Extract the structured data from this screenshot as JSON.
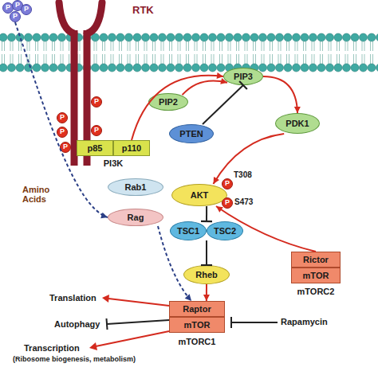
{
  "diagram": {
    "nodes": [
      {
        "text": [
          "P"
        ]
      },
      {
        "text": [
          "P"
        ]
      },
      {
        "text": [
          "P"
        ]
      },
      {
        "text": [
          "P"
        ]
      },
      {
        "text": [
          "RTK"
        ]
      },
      {
        "text": [
          "P"
        ],
        "in": 4
      },
      {
        "text": [
          "P"
        ],
        "in": 4
      },
      {
        "text": [
          "P"
        ],
        "in": 4
      },
      {
        "text": [
          "P"
        ],
        "in": 4
      },
      {
        "text": [
          "P"
        ],
        "in": 4
      },
      {
        "text": [
          "PIP3"
        ]
      },
      {
        "text": [
          "PIP2"
        ]
      },
      {
        "text": [
          "PI3K"
        ]
      },
      {
        "text": [
          "p85"
        ],
        "in": 12
      },
      {
        "text": [
          "p110"
        ],
        "in": 12
      },
      {
        "text": [
          "PDK1"
        ]
      },
      {
        "text": [
          "PTEN"
        ]
      },
      {
        "text": [
          "AKT"
        ]
      },
      {
        "text": [
          "P"
        ],
        "in": 17
      },
      {
        "text": [
          "P"
        ],
        "in": 17
      },
      {
        "text": [
          "Rab1"
        ]
      },
      {
        "text": [
          "TSC1"
        ]
      },
      {
        "text": [
          "TSC2"
        ]
      },
      {
        "text": [
          "Rag"
        ]
      },
      {
        "text": [
          "Rheb"
        ]
      },
      {
        "text": [
          "mTORC2"
        ]
      },
      {
        "text": [
          "Rictor"
        ],
        "in": 25
      },
      {
        "text": [
          "mTOR"
        ],
        "in": 25
      },
      {
        "text": [
          "mTORC1"
        ]
      },
      {
        "text": [
          "Raptor"
        ],
        "in": 28
      },
      {
        "text": [
          "mTOR"
        ],
        "in": 28
      }
    ],
    "edges": [
      {
        "from": 3,
        "to": 23,
        "label": "Amino Acids",
        "arrow": "to"
      },
      {
        "from": 14,
        "to": 10,
        "arrow": "to"
      },
      {
        "from": 11,
        "to": 10,
        "arrow": "to"
      },
      {
        "from": 16,
        "to": 10,
        "arrow": "none"
      },
      {
        "from": 10,
        "to": 15,
        "arrow": "to"
      },
      {
        "from": 15,
        "to": 17,
        "arrow": "to"
      },
      {
        "from": 26,
        "to": 17,
        "arrow": "to"
      },
      {
        "from": 17,
        "to": 21,
        "arrow": "none"
      },
      {
        "from": 22,
        "to": 24,
        "arrow": "none"
      },
      {
        "from": 24,
        "to": 29,
        "arrow": "to"
      },
      {
        "from": 23,
        "to": 29,
        "arrow": "to"
      }
    ],
    "labels": [
      "T308",
      "S473",
      "Translation",
      "Autophagy",
      "Transcription",
      "(Ribosome biogenesis, metabolism)",
      "Rapamycin"
    ]
  }
}
